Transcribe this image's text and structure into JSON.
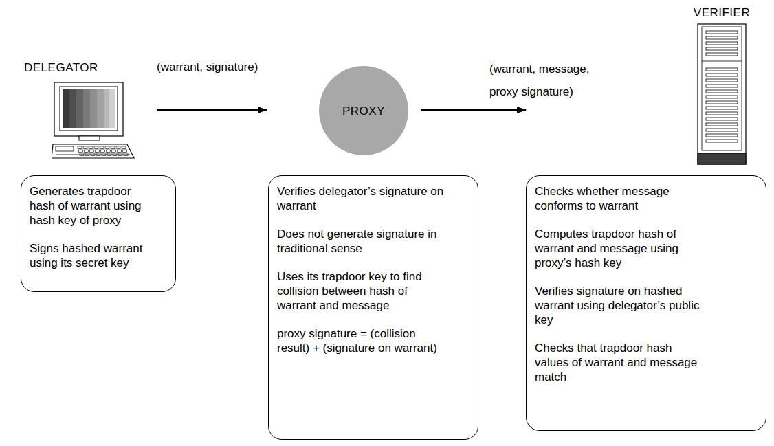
{
  "diagram": {
    "nodes": [
      {
        "text": [
          "DELEGATOR"
        ]
      },
      {
        "text": [
          "PROXY"
        ]
      },
      {
        "text": [
          "VERIFIER"
        ]
      },
      {
        "text": [
          "Generates trapdoor hash of warrant using hash key of proxy",
          "Signs hashed warrant using its secret key"
        ]
      },
      {
        "text": [
          "Verifies delegator’s signature on warrant",
          "Does not generate signature in traditional sense",
          "Uses its trapdoor key to find collision between hash of warrant and message",
          "proxy signature = (collision result) + (signature on warrant)"
        ]
      },
      {
        "text": [
          "Checks whether message conforms to warrant",
          "Computes trapdoor hash of warrant and message using proxy’s hash key",
          "Verifies signature on hashed warrant using delegator’s public key",
          "Checks that trapdoor hash values of warrant and message match"
        ]
      }
    ],
    "edges": [
      {
        "from": 0,
        "to": 1,
        "arrow": "to",
        "label": "(warrant, signature)"
      },
      {
        "from": 1,
        "to": 2,
        "arrow": "to",
        "label": "(warrant, message, proxy signature)"
      }
    ]
  }
}
